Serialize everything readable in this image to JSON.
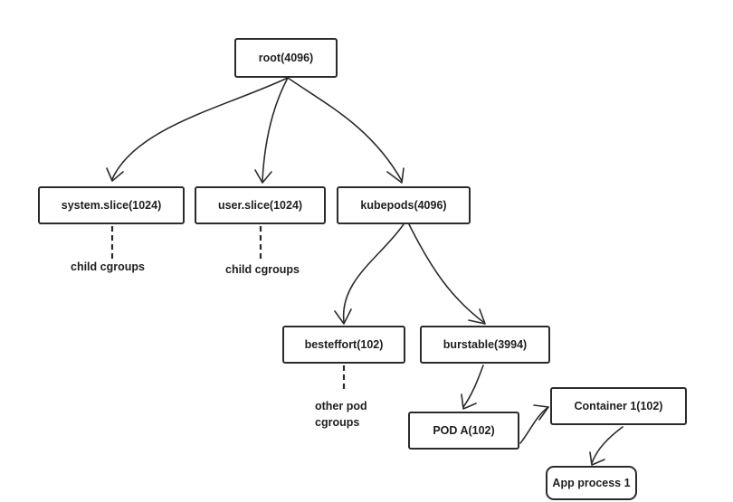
{
  "diagram": {
    "nodes": {
      "root": "root(4096)",
      "system_slice": "system.slice(1024)",
      "user_slice": "user.slice(1024)",
      "kubepods": "kubepods(4096)",
      "besteffort": "besteffort(102)",
      "burstable": "burstable(3994)",
      "pod_a": "POD A(102)",
      "container_1": "Container 1(102)",
      "app_process_1": "App process 1"
    },
    "notes": {
      "system_children": "child cgroups",
      "user_children": "child cgroups",
      "besteffort_children_line1": "other pod",
      "besteffort_children_line2": "cgroups"
    },
    "colors": {
      "stroke": "#2b2b2b",
      "text": "#1e1e1e",
      "background": "#ffffff"
    }
  }
}
